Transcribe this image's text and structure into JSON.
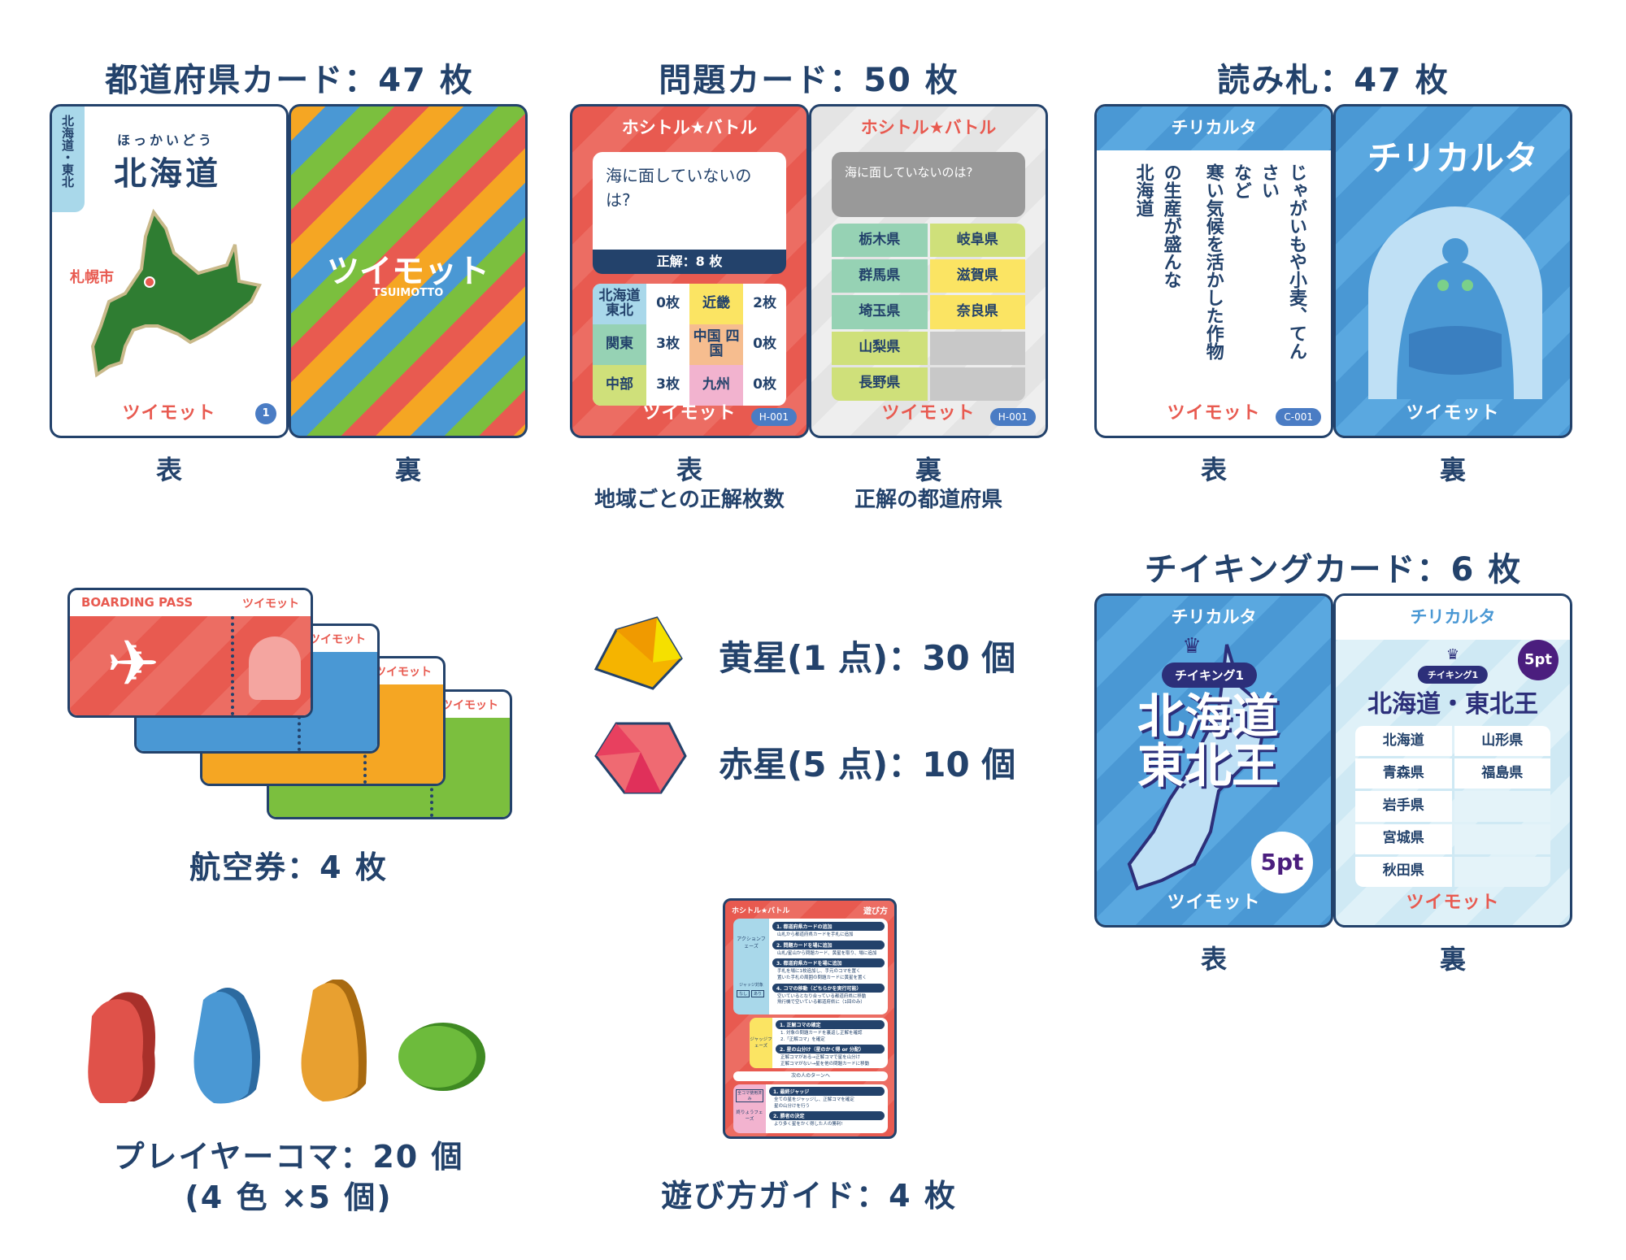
{
  "sections": {
    "prefecture_cards": {
      "title": "都道府県カード：47 枚",
      "front_label": "表",
      "back_label": "裏",
      "front": {
        "region_tab": "北海道・東北",
        "furigana": "ほっかいどう",
        "name": "北海道",
        "capital": "札幌市",
        "logo": "ツイモット",
        "number": "1"
      },
      "back": {
        "logo": "ツイモット",
        "logo_romaji": "TSUIMOTTO"
      }
    },
    "question_cards": {
      "title": "問題カード：50 枚",
      "front_label": "表",
      "back_label": "裏",
      "front_caption": "地域ごとの正解枚数",
      "back_caption": "正解の都道府県",
      "front": {
        "header": "ホシトル★バトル",
        "question": "海に面していないのは?",
        "answer_bar": "正解：8 枚",
        "regions": [
          {
            "name": "北海道 東北",
            "count": "0枚",
            "color": "#a9d8ea"
          },
          {
            "name": "近畿",
            "count": "2枚",
            "color": "#fbe463"
          },
          {
            "name": "関東",
            "count": "3枚",
            "color": "#96d2b4"
          },
          {
            "name": "中国 四国",
            "count": "0枚",
            "color": "#f6bd8f"
          },
          {
            "name": "中部",
            "count": "3枚",
            "color": "#cfe07a"
          },
          {
            "name": "九州",
            "count": "0枚",
            "color": "#f2b3cf"
          }
        ],
        "logo": "ツイモット",
        "code": "H-001"
      },
      "back": {
        "header": "ホシトル★バトル",
        "question": "海に面していないのは?",
        "prefectures": [
          "栃木県",
          "岐阜県",
          "群馬県",
          "滋賀県",
          "埼玉県",
          "奈良県",
          "山梨県",
          "",
          "長野県",
          ""
        ],
        "logo": "ツイモット",
        "code": "H-001"
      }
    },
    "reading_cards": {
      "title": "読み札：47 枚",
      "front_label": "表",
      "back_label": "裏",
      "front": {
        "header": "チリカルタ",
        "lines": [
          "じゃがいもや小麦、てんさい",
          "など",
          "寒い気候を活かした作物",
          "の生産が盛んな",
          "北海道"
        ],
        "logo": "ツイモット",
        "code": "C-001"
      },
      "back": {
        "title": "チリカルタ",
        "logo": "ツイモット"
      }
    },
    "chiking_cards": {
      "title": "チイキングカード：6 枚",
      "front_label": "表",
      "back_label": "裏",
      "front": {
        "header": "チリカルタ",
        "pill": "チイキング1",
        "title_line1": "北海道",
        "title_line2": "東北王",
        "points": "5pt",
        "logo": "ツイモット"
      },
      "back": {
        "header": "チリカルタ",
        "points": "5pt",
        "pill": "チイキング1",
        "title": "北海道・東北王",
        "prefectures": [
          "北海道",
          "山形県",
          "青森県",
          "福島県",
          "岩手県",
          "",
          "宮城県",
          "",
          "秋田県",
          ""
        ],
        "logo": "ツイモット"
      }
    },
    "boarding_passes": {
      "title": "航空券：4 枚",
      "header": "BOARDING PASS",
      "logo": "ツイモット",
      "colors": [
        "#e85a50",
        "#4a98d4",
        "#f5a623",
        "#7bbf3e"
      ]
    },
    "stars": [
      {
        "label": "黄星(1 点)：30 個",
        "color": "#f5b400"
      },
      {
        "label": "赤星(5 点)：10 個",
        "color": "#e8405f"
      }
    ],
    "player_pieces": {
      "title": "プレイヤーコマ：20 個",
      "subtitle": "(4 色 ×5 個)",
      "colors": [
        "#e0524a",
        "#4a98d4",
        "#e8a030",
        "#6dbb3c"
      ]
    },
    "guide": {
      "title": "遊び方ガイド：4 枚",
      "card": {
        "header": "ホシトル★バトル",
        "heading": "遊び方",
        "action_phase": "アクションフェーズ",
        "judge_target": "ジャッジ対象",
        "none": "なし",
        "exists": "あり",
        "actions": [
          {
            "h": "1. 都道府県カードの追加",
            "items": [
              "山札から都道府県カードを手札に追加"
            ]
          },
          {
            "h": "2. 問題カードを場に追加",
            "items": [
              "山札/星山から問題カード、黄星を取り、場に追加"
            ]
          },
          {
            "h": "3. 都道府県カードを場に追加",
            "items": [
              "手札を場に1枚追加し、手元のコマを置く",
              "置いた手札の周囲の問題カードに黄星を置く"
            ]
          },
          {
            "h": "4. コマの移動（どちらかを実行可能）",
            "items": [
              "空いているとなり合っている都道府県に移動",
              "飛行機で空いている都道府県に（1回のみ）"
            ]
          }
        ],
        "judge_phase": "ジャッジフェーズ",
        "judges": [
          {
            "h": "1. 正解コマの確定",
            "items": [
              "1. 対象の問題カードを裏返し正解を確認",
              "2.「正解コマ」を確定"
            ]
          },
          {
            "h": "2. 星の山分け（星のかく得 or 分配）",
            "items": [
              "正解コマがある→正解コマで星を山分け",
              "正解コマがない→星を他の問題カードに移動"
            ]
          }
        ],
        "next_turn": "次の人のターンへ",
        "all_used": "全コマ使用済み",
        "final_phase": "終りょうフェーズ",
        "finals": [
          {
            "h": "1. 最終ジャッジ",
            "items": [
              "全ての星をジャッジし、正解コマを確定",
              "星の山分けを行う"
            ]
          },
          {
            "h": "2. 勝者の決定",
            "items": [
              "より多く星をかく得した人の勝利!"
            ]
          }
        ]
      }
    }
  }
}
